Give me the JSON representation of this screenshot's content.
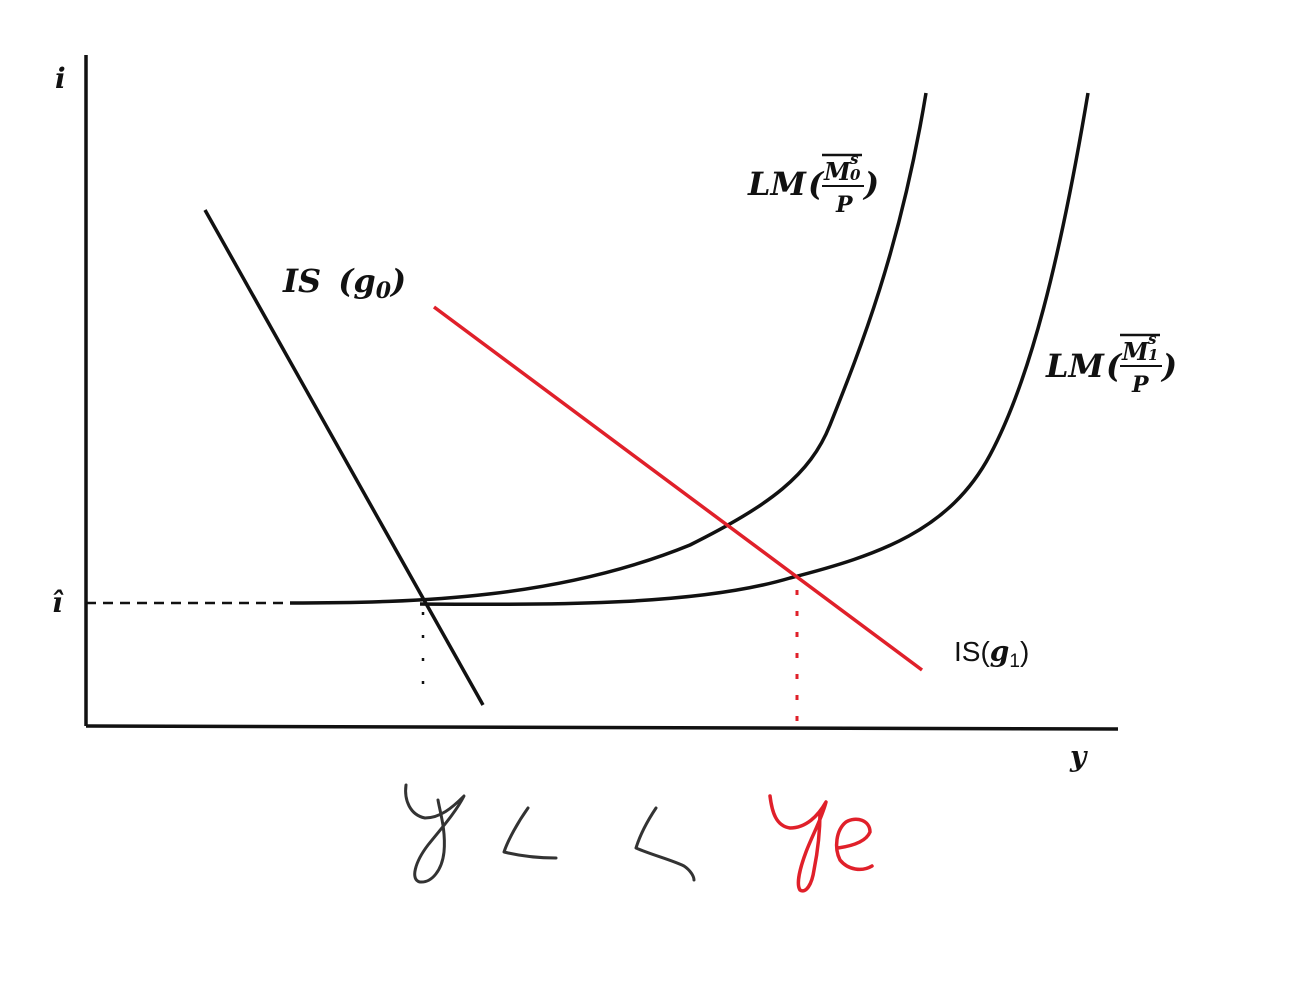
{
  "axes": {
    "y_axis_label": "i",
    "x_axis_label": "y",
    "liquidity_trap_rate_label": "î"
  },
  "curves": {
    "is_g0": {
      "label_main": "IS",
      "label_paren_open": "(",
      "label_g": "g",
      "label_sub": "0",
      "label_paren_close": ")"
    },
    "is_g1": {
      "label_main": "IS(",
      "label_g": "g",
      "label_sub": "1",
      "label_close": ")"
    },
    "lm_m0": {
      "label_main": "LM",
      "label_paren_open": "(",
      "label_num": "M",
      "label_sub": "0",
      "label_sup": "s",
      "label_den": "P",
      "label_paren_close": ")"
    },
    "lm_m1": {
      "label_main": "LM",
      "label_paren_open": "(",
      "label_num": "M",
      "label_sub": "1",
      "label_sup": "s",
      "label_den": "P",
      "label_paren_close": ")"
    }
  },
  "annotation": {
    "left": "y",
    "relation": "< <",
    "right": "ye"
  },
  "colors": {
    "ink": "#111111",
    "red": "#e0202a"
  }
}
